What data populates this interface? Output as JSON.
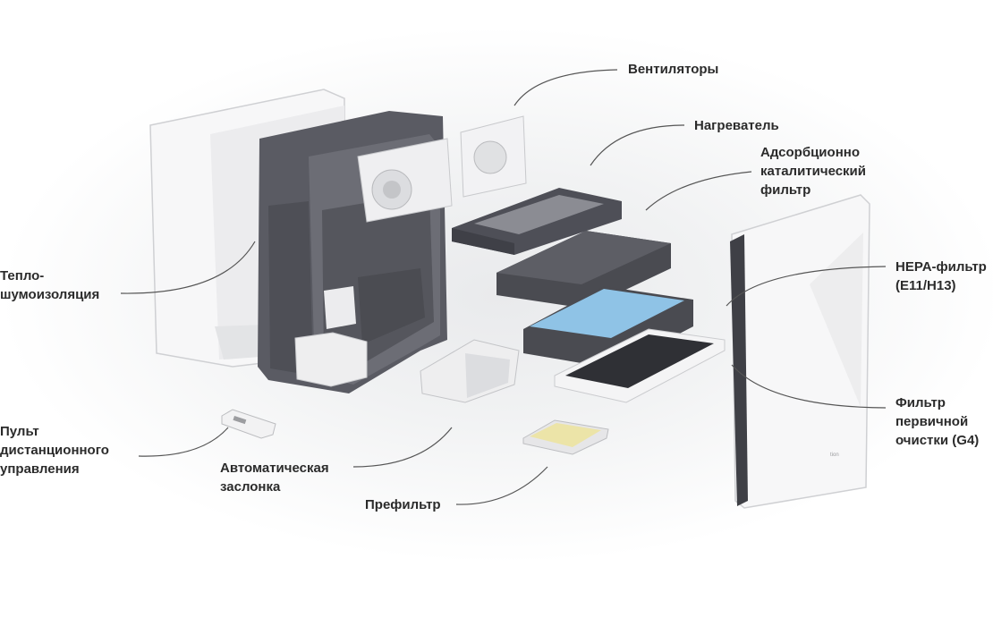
{
  "labels": {
    "fans": "Вентиляторы",
    "heater": "Нагреватель",
    "adsorption": "Адсорбционно\nкаталитический\nфильтр",
    "hepa": "HEPA-фильтр\n(E11/H13)",
    "primary": "Фильтр\nпервичной\nочистки (G4)",
    "insulation": "Тепло-\nшумоизоляция",
    "remote": "Пульт\nдистанционного\nуправления",
    "damper": "Автоматическая\nзаслонка",
    "prefilter": "Префильтр"
  },
  "brand_mark": "tion",
  "colors": {
    "label_text": "#2b2b2b",
    "leader_line": "#555555",
    "housing_dark": "#5a5b63",
    "panel_white": "#f7f7f8",
    "hepa_blue": "#8fc3e6",
    "prefilter_yellow": "#ece4a8"
  }
}
